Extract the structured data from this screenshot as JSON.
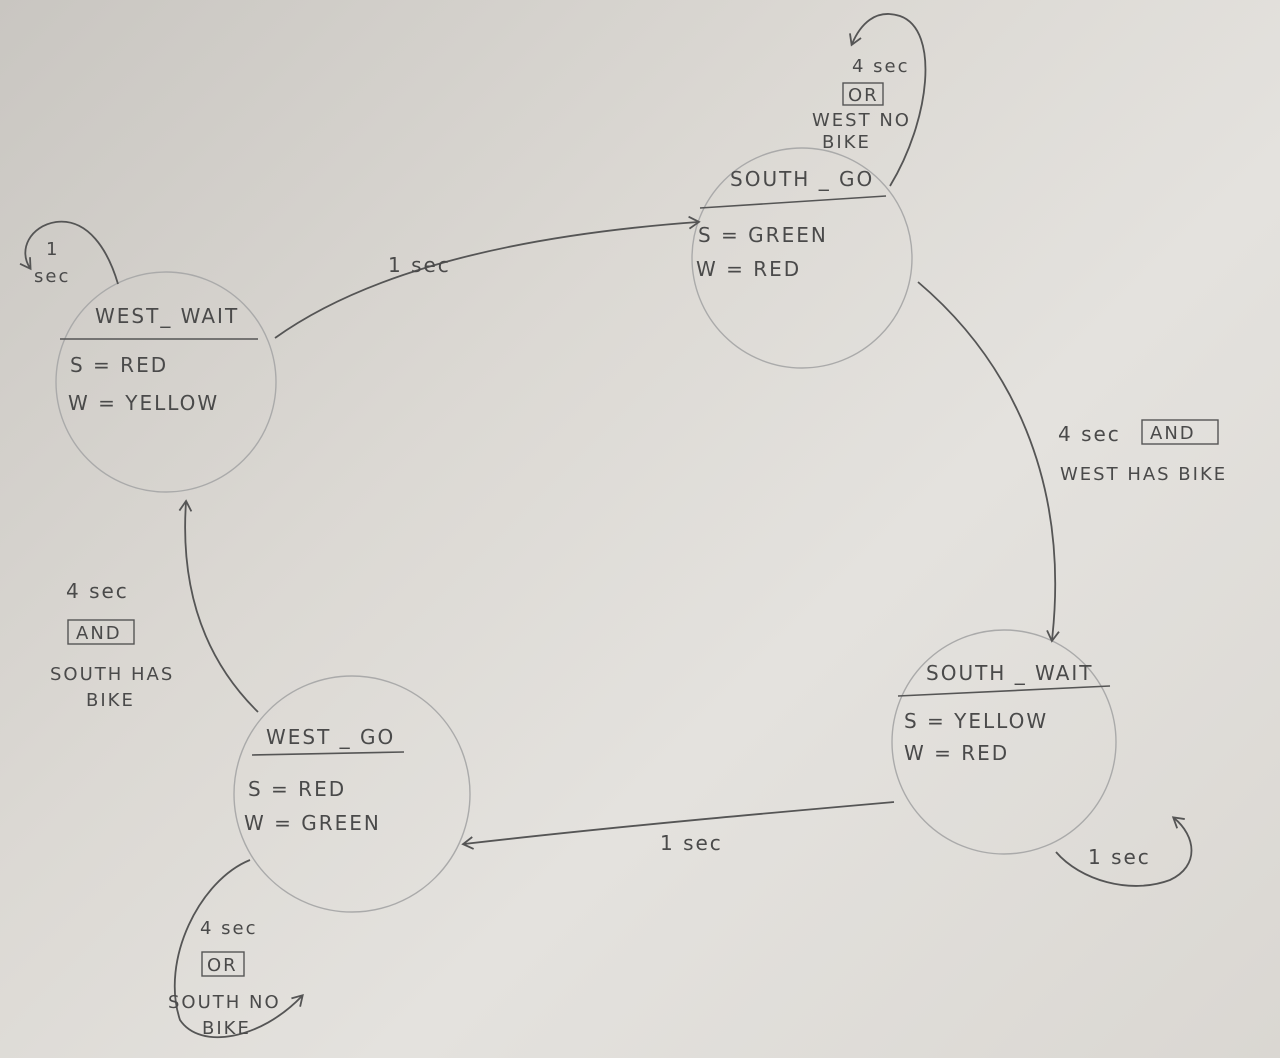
{
  "states": [
    {
      "id": "west_wait",
      "name": "WEST_ WAIT",
      "s": "S = RED",
      "w": "W = YELLOW"
    },
    {
      "id": "south_go",
      "name": "SOUTH _ GO",
      "s": "S = GREEN",
      "w": "W = RED"
    },
    {
      "id": "south_wait",
      "name": "SOUTH _ WAIT",
      "s": "S = YELLOW",
      "w": "W = RED"
    },
    {
      "id": "west_go",
      "name": "WEST _ GO",
      "s": "S = RED",
      "w": "W = GREEN"
    }
  ],
  "transitions": {
    "west_wait_to_south_go": "1 sec",
    "south_go_to_south_wait": {
      "time": "4 sec",
      "op": "AND",
      "cond": "WEST HAS BIKE"
    },
    "south_wait_to_west_go": "1 sec",
    "west_go_to_west_wait": {
      "time": "4 sec",
      "op": "AND",
      "cond1": "SOUTH HAS",
      "cond2": "BIKE"
    },
    "west_wait_self": {
      "a": "1",
      "b": "sec"
    },
    "south_go_self": {
      "time": "4 sec",
      "op": "OR",
      "cond1": "WEST NO",
      "cond2": "BIKE"
    },
    "south_wait_self": "1 sec",
    "west_go_self": {
      "time": "4 sec",
      "op": "OR",
      "cond1": "SOUTH NO",
      "cond2": "BIKE"
    }
  }
}
